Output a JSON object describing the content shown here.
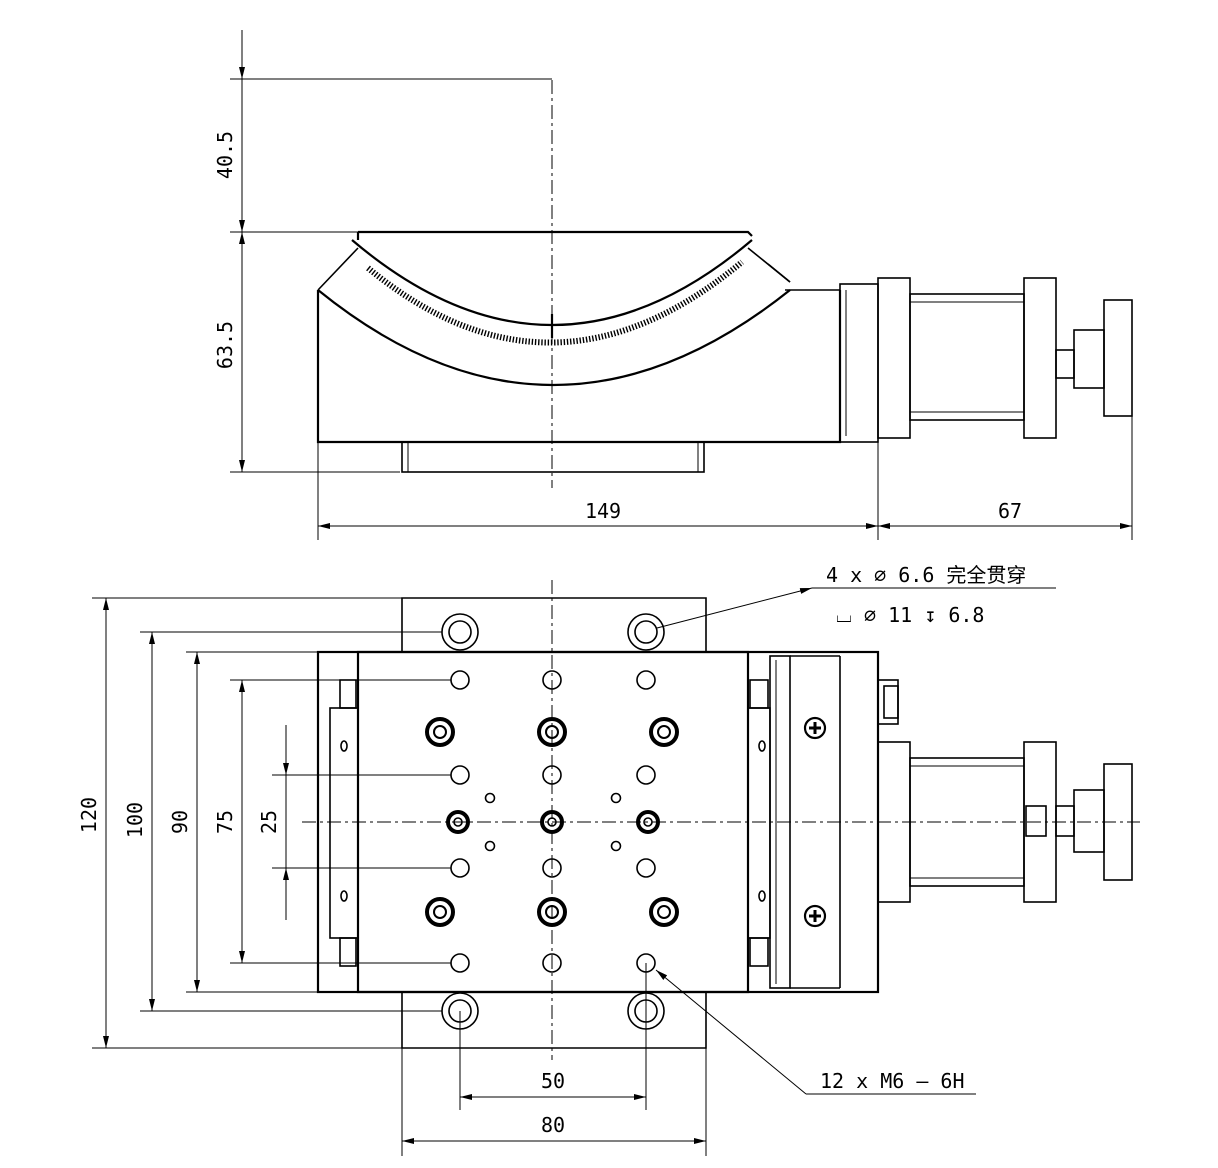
{
  "dimensions": {
    "side_height_top": "40.5",
    "side_height_body": "63.5",
    "side_width_body": "149",
    "side_width_motor": "67",
    "plan_120": "120",
    "plan_100": "100",
    "plan_90": "90",
    "plan_75": "75",
    "plan_25": "25",
    "plan_50": "50",
    "plan_80": "80"
  },
  "callouts": {
    "through_holes": "4 x ∅ 6.6 完全贯穿",
    "counterbore": "⌴ ∅ 11 ↧ 6.8",
    "tapped_holes": "12 x M6 — 6H"
  },
  "colors": {
    "line": "#000000",
    "background": "#ffffff"
  }
}
